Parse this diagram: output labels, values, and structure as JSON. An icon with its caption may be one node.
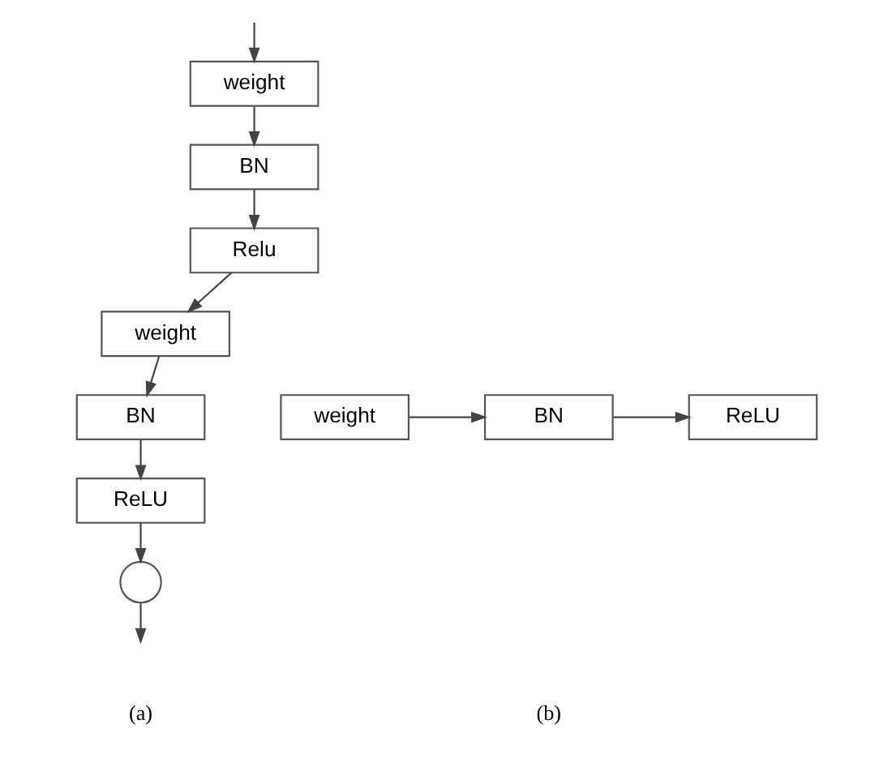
{
  "diagram": {
    "nodes": [
      {
        "text": [
          "weight"
        ]
      },
      {
        "text": [
          "BN"
        ]
      },
      {
        "text": [
          "Relu"
        ]
      },
      {
        "text": [
          "weight"
        ]
      },
      {
        "text": [
          "BN"
        ]
      },
      {
        "text": [
          "ReLU"
        ]
      },
      {
        "text": [],
        "shape": "circle"
      },
      {
        "text": [
          "weight"
        ]
      },
      {
        "text": [
          "BN"
        ]
      },
      {
        "text": [
          "ReLU"
        ]
      }
    ],
    "edges": [
      {
        "from": null,
        "to": 0,
        "arrow": "to"
      },
      {
        "from": 0,
        "to": 1,
        "arrow": "to"
      },
      {
        "from": 1,
        "to": 2,
        "arrow": "to"
      },
      {
        "from": 2,
        "to": 3,
        "arrow": "to"
      },
      {
        "from": 3,
        "to": 4,
        "arrow": "to"
      },
      {
        "from": 4,
        "to": 5,
        "arrow": "to"
      },
      {
        "from": 5,
        "to": 6,
        "arrow": "to"
      },
      {
        "from": 6,
        "to": null,
        "arrow": "to"
      },
      {
        "from": 7,
        "to": 8,
        "arrow": "to"
      },
      {
        "from": 8,
        "to": 9,
        "arrow": "to"
      }
    ],
    "labels": [
      "(a)",
      "(b)"
    ]
  }
}
